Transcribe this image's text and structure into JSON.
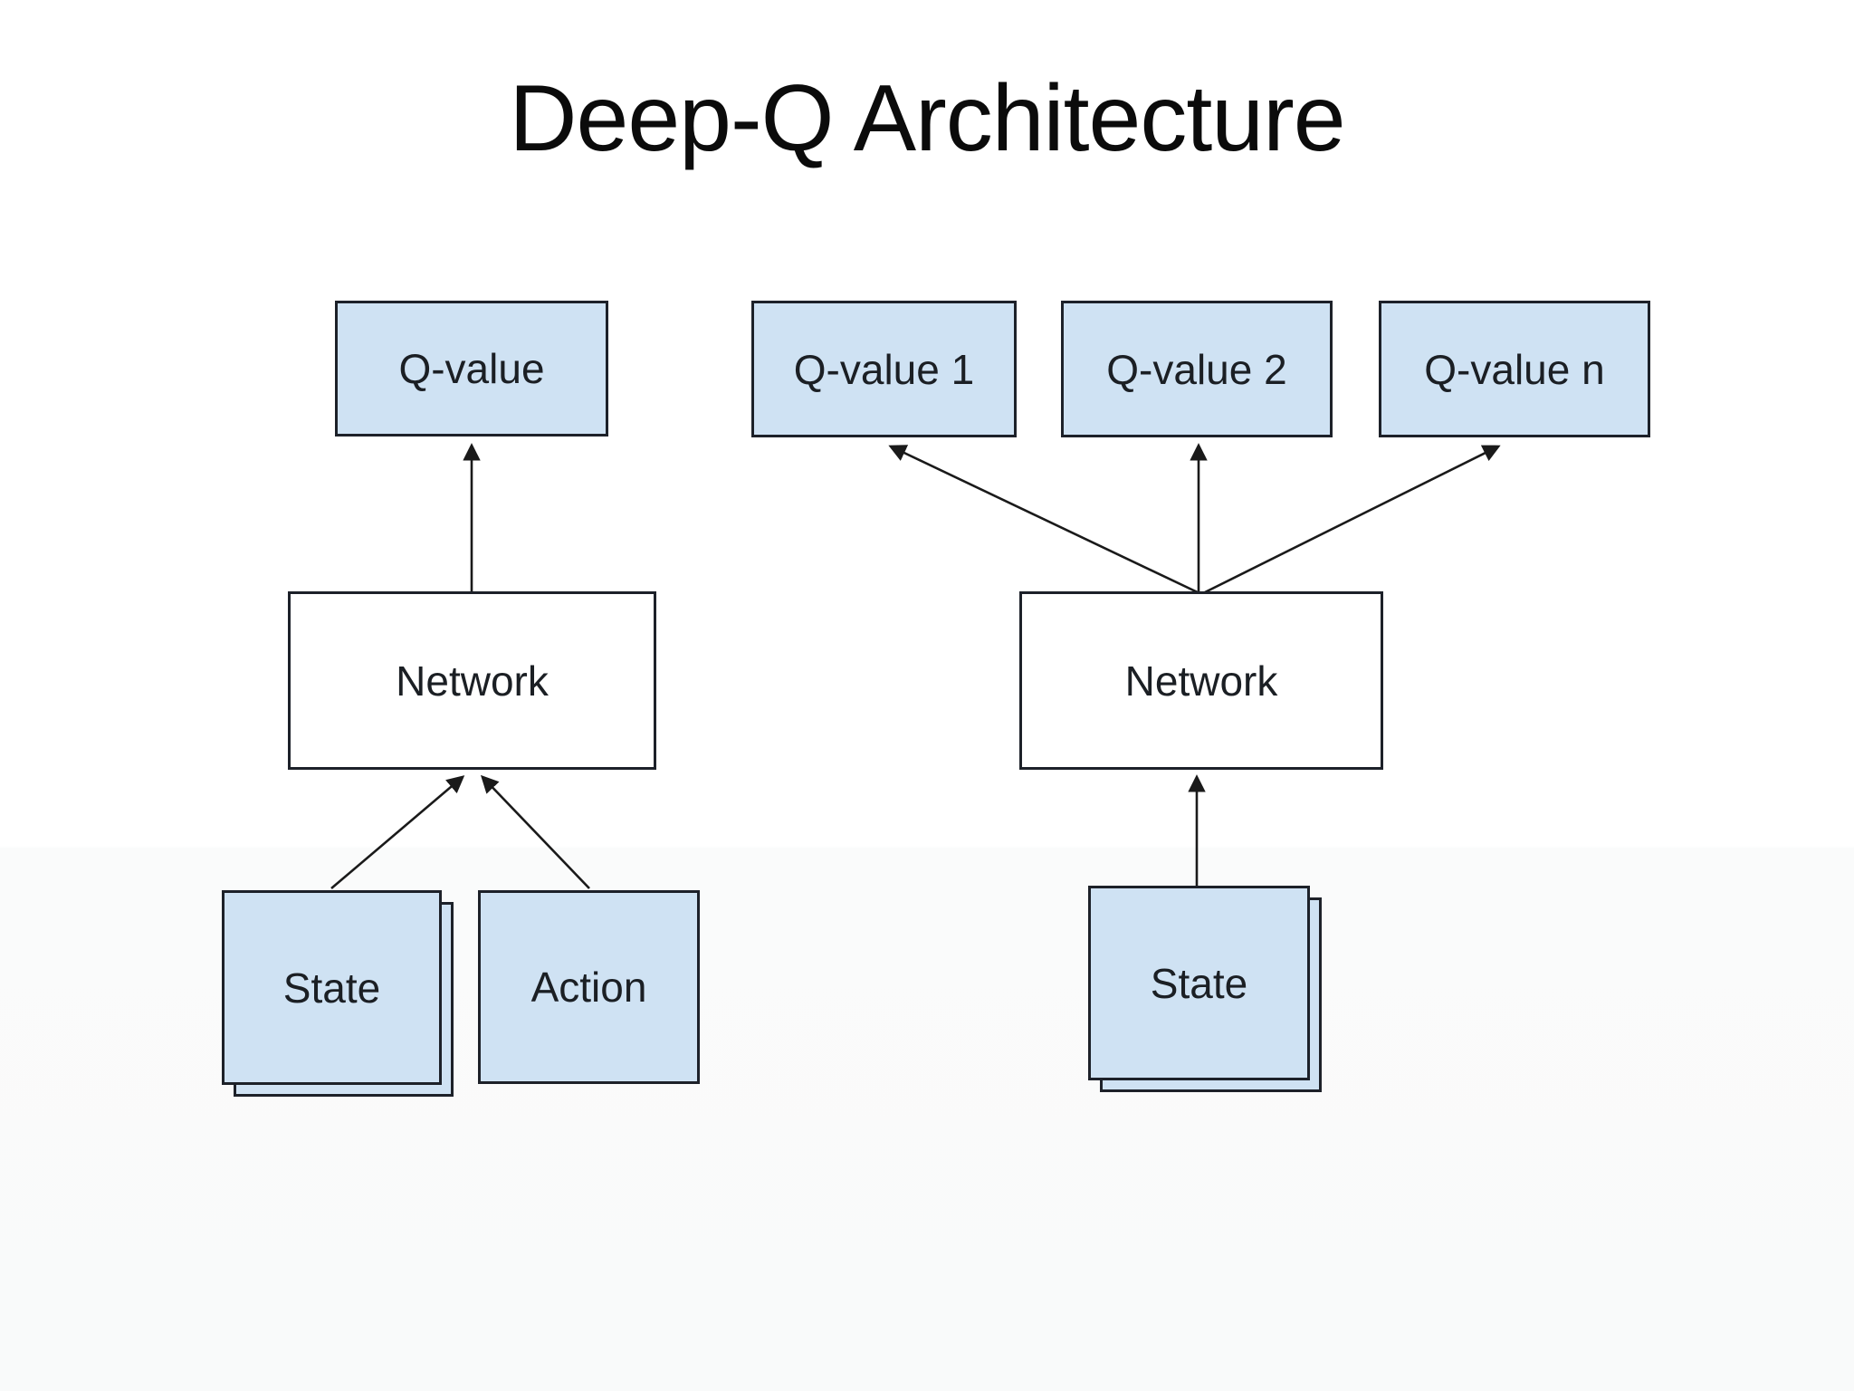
{
  "slide": {
    "title": "Deep-Q Architecture"
  },
  "colors": {
    "box_fill": "#cfe2f3",
    "box_border": "#1d2129",
    "line": "#1a1a1a",
    "title_color": "#0b0b0b",
    "background": "#ffffff"
  },
  "left_diagram": {
    "q_value_label": "Q-value",
    "network_label": "Network",
    "state_label": "State",
    "action_label": "Action"
  },
  "right_diagram": {
    "q_value_labels": [
      "Q-value 1",
      "Q-value 2",
      "Q-value n"
    ],
    "network_label": "Network",
    "state_label": "State"
  }
}
